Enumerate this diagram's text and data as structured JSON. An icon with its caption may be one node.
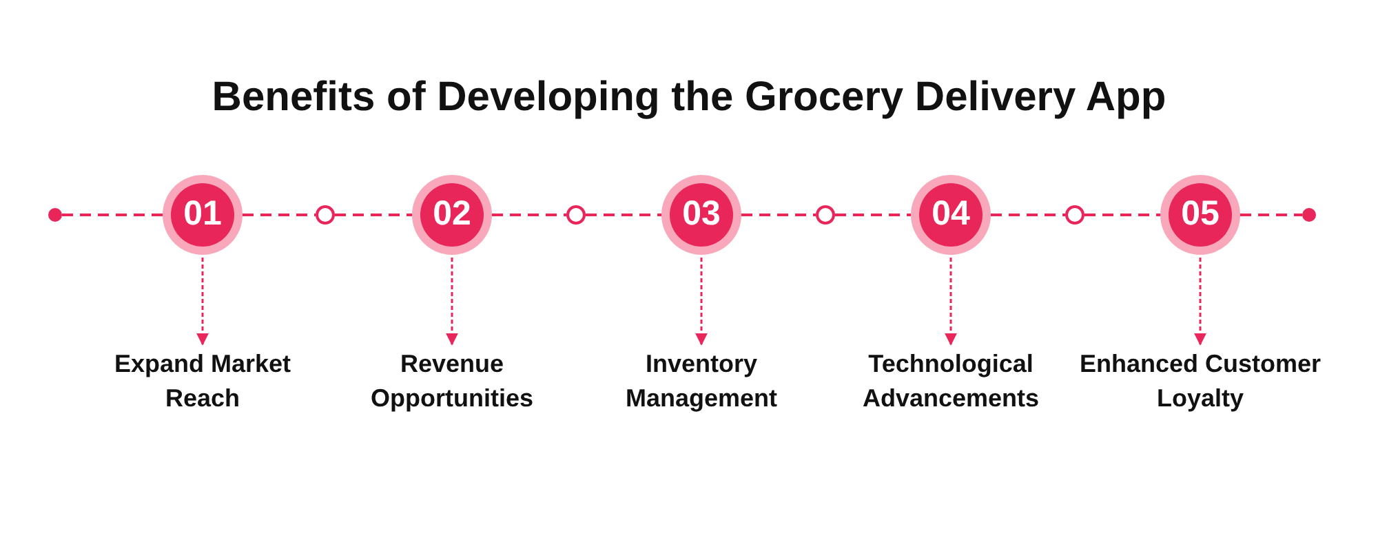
{
  "diagram": {
    "title": "Benefits of Developing the Grocery Delivery App",
    "nodes": [
      {
        "text": [],
        "shape": "circle"
      },
      {
        "text": [
          "01"
        ]
      },
      {
        "text": [],
        "shape": "circle"
      },
      {
        "text": [
          "02"
        ]
      },
      {
        "text": [],
        "shape": "circle"
      },
      {
        "text": [
          "03"
        ]
      },
      {
        "text": [],
        "shape": "circle"
      },
      {
        "text": [
          "04"
        ]
      },
      {
        "text": [],
        "shape": "circle"
      },
      {
        "text": [
          "05"
        ]
      },
      {
        "text": [],
        "shape": "circle"
      },
      {
        "text": [
          "Expand Market Reach"
        ]
      },
      {
        "text": [
          "Revenue Opportunities"
        ]
      },
      {
        "text": [
          "Inventory Management"
        ]
      },
      {
        "text": [
          "Technological Advancements"
        ]
      },
      {
        "text": [
          "Enhanced Customer Loyalty"
        ]
      }
    ],
    "edges": [
      {
        "from": 0,
        "to": 1,
        "arrow": "none",
        "style": "dashed"
      },
      {
        "from": 1,
        "to": 2,
        "arrow": "none",
        "style": "dashed"
      },
      {
        "from": 2,
        "to": 3,
        "arrow": "none",
        "style": "dashed"
      },
      {
        "from": 3,
        "to": 4,
        "arrow": "none",
        "style": "dashed"
      },
      {
        "from": 4,
        "to": 5,
        "arrow": "none",
        "style": "dashed"
      },
      {
        "from": 5,
        "to": 6,
        "arrow": "none",
        "style": "dashed"
      },
      {
        "from": 6,
        "to": 7,
        "arrow": "none",
        "style": "dashed"
      },
      {
        "from": 7,
        "to": 8,
        "arrow": "none",
        "style": "dashed"
      },
      {
        "from": 8,
        "to": 9,
        "arrow": "none",
        "style": "dashed"
      },
      {
        "from": 9,
        "to": 10,
        "arrow": "none",
        "style": "dashed"
      },
      {
        "from": 1,
        "to": 11,
        "arrow": "to",
        "style": "dashed"
      },
      {
        "from": 3,
        "to": 12,
        "arrow": "to",
        "style": "dashed"
      },
      {
        "from": 5,
        "to": 13,
        "arrow": "to",
        "style": "dashed"
      },
      {
        "from": 7,
        "to": 14,
        "arrow": "to",
        "style": "dashed"
      },
      {
        "from": 9,
        "to": 15,
        "arrow": "to",
        "style": "dashed"
      }
    ]
  }
}
